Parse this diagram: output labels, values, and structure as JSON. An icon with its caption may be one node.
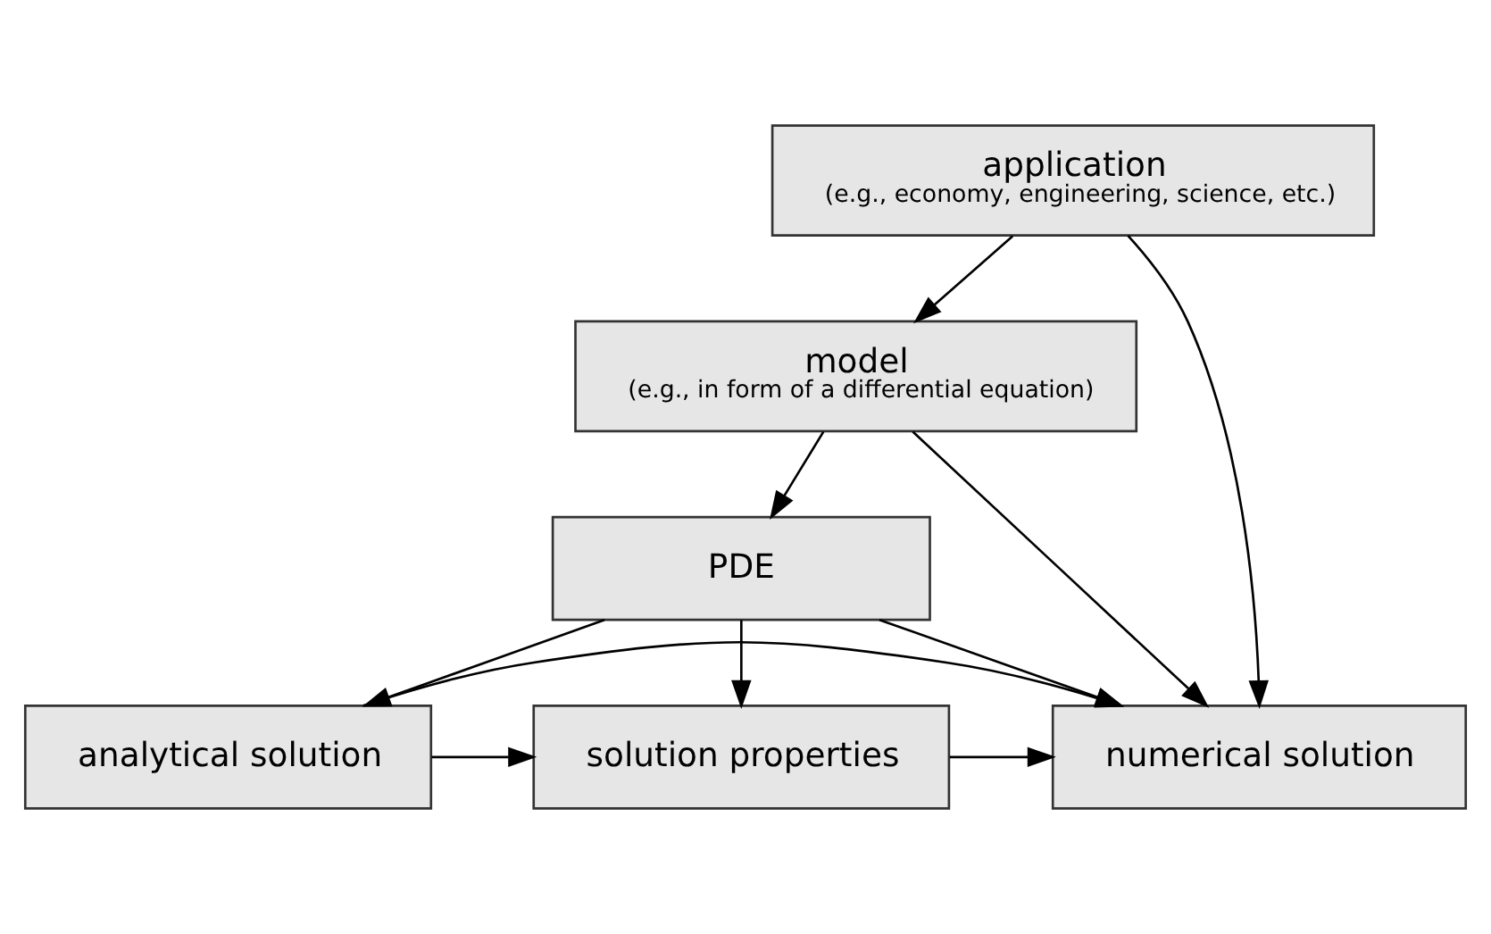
{
  "diagram": {
    "nodes": [
      {
        "text": [
          "application",
          "(e.g., economy, engineering, science, etc.)"
        ]
      },
      {
        "text": [
          "model",
          "(e.g., in form of a differential equation)"
        ]
      },
      {
        "text": [
          "PDE"
        ]
      },
      {
        "text": [
          "analytical solution"
        ]
      },
      {
        "text": [
          "solution properties"
        ]
      },
      {
        "text": [
          "numerical solution"
        ]
      }
    ],
    "edges": [
      {
        "from": 0,
        "to": 1,
        "arrow": "to"
      },
      {
        "from": 0,
        "to": 5,
        "arrow": "to"
      },
      {
        "from": 1,
        "to": 2,
        "arrow": "to"
      },
      {
        "from": 1,
        "to": 5,
        "arrow": "to"
      },
      {
        "from": 2,
        "to": 3,
        "arrow": "to"
      },
      {
        "from": 2,
        "to": 4,
        "arrow": "to"
      },
      {
        "from": 2,
        "to": 5,
        "arrow": "to"
      },
      {
        "from": 3,
        "to": 4,
        "arrow": "to"
      },
      {
        "from": 4,
        "to": 5,
        "arrow": "to"
      },
      {
        "from": 3,
        "to": 5,
        "arrow": "to"
      }
    ]
  }
}
